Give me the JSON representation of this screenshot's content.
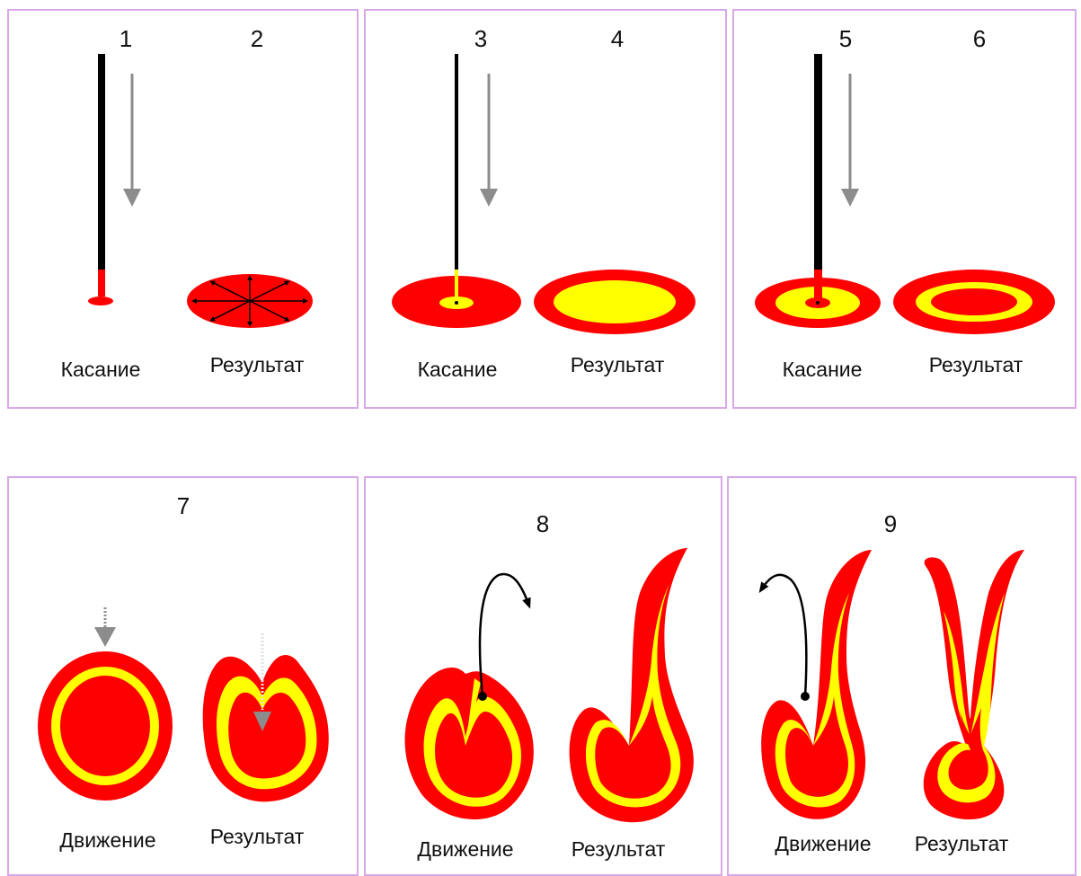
{
  "colors": {
    "border": "#d8a8e8",
    "red": "#ff0000",
    "yellow": "#ffff00",
    "stick": "#000000",
    "arrow_gray": "#8c8c8c"
  },
  "panels": [
    {
      "numbers": [
        "1",
        "2"
      ],
      "captions": [
        "Касание",
        "Результат"
      ]
    },
    {
      "numbers": [
        "3",
        "4"
      ],
      "captions": [
        "Касание",
        "Результат"
      ]
    },
    {
      "numbers": [
        "5",
        "6"
      ],
      "captions": [
        "Касание",
        "Результат"
      ]
    },
    {
      "numbers": [
        "7"
      ],
      "captions": [
        "Движение",
        "Результат"
      ]
    },
    {
      "numbers": [
        "8"
      ],
      "captions": [
        "Движение",
        "Результат"
      ]
    },
    {
      "numbers": [
        "9"
      ],
      "captions": [
        "Движение",
        "Результат"
      ]
    }
  ]
}
